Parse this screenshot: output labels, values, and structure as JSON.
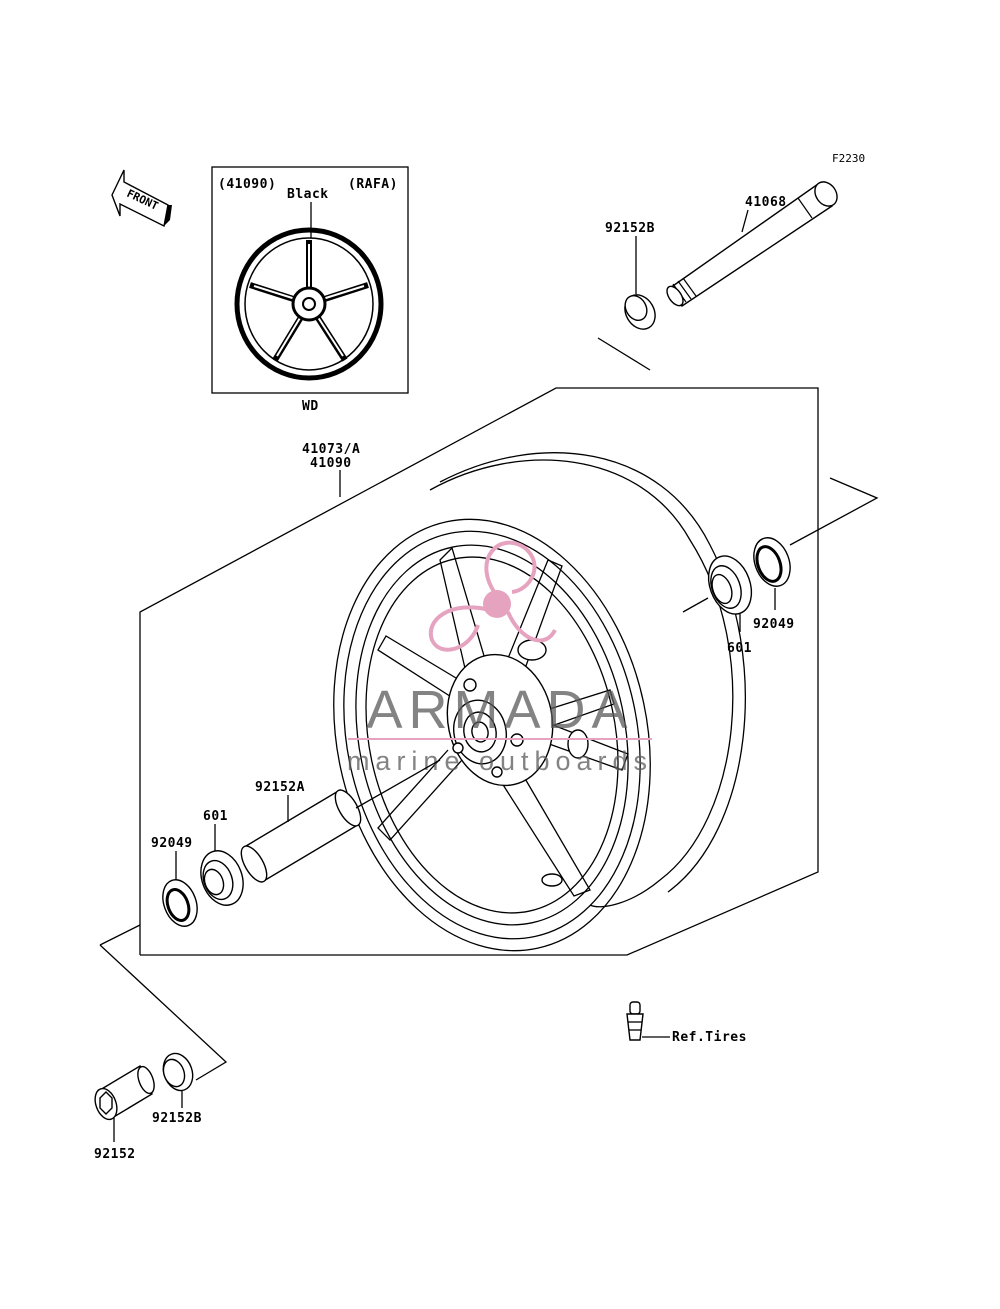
{
  "diagram_code": "F2230",
  "front_label": "FRONT",
  "inset": {
    "part_number": "(41090)",
    "color": "Black",
    "variant": "(RAFA)",
    "caption": "WD"
  },
  "parts": {
    "axle": "41068",
    "collar_upper": "92152B",
    "wheel_line1": "41073/A",
    "wheel_line2": "41090",
    "bearing_right": "601",
    "seal_right": "92049",
    "spacer": "92152A",
    "bearing_left": "601",
    "seal_left": "92049",
    "collar_lower": "92152B",
    "collar_side": "92152",
    "valve_ref": "Ref.Tires"
  },
  "watermark": {
    "brand": "ARMADA",
    "tagline": "marine outboards",
    "accent_color": "#e6a3c0"
  },
  "colors": {
    "line": "#000000",
    "background": "#ffffff"
  }
}
